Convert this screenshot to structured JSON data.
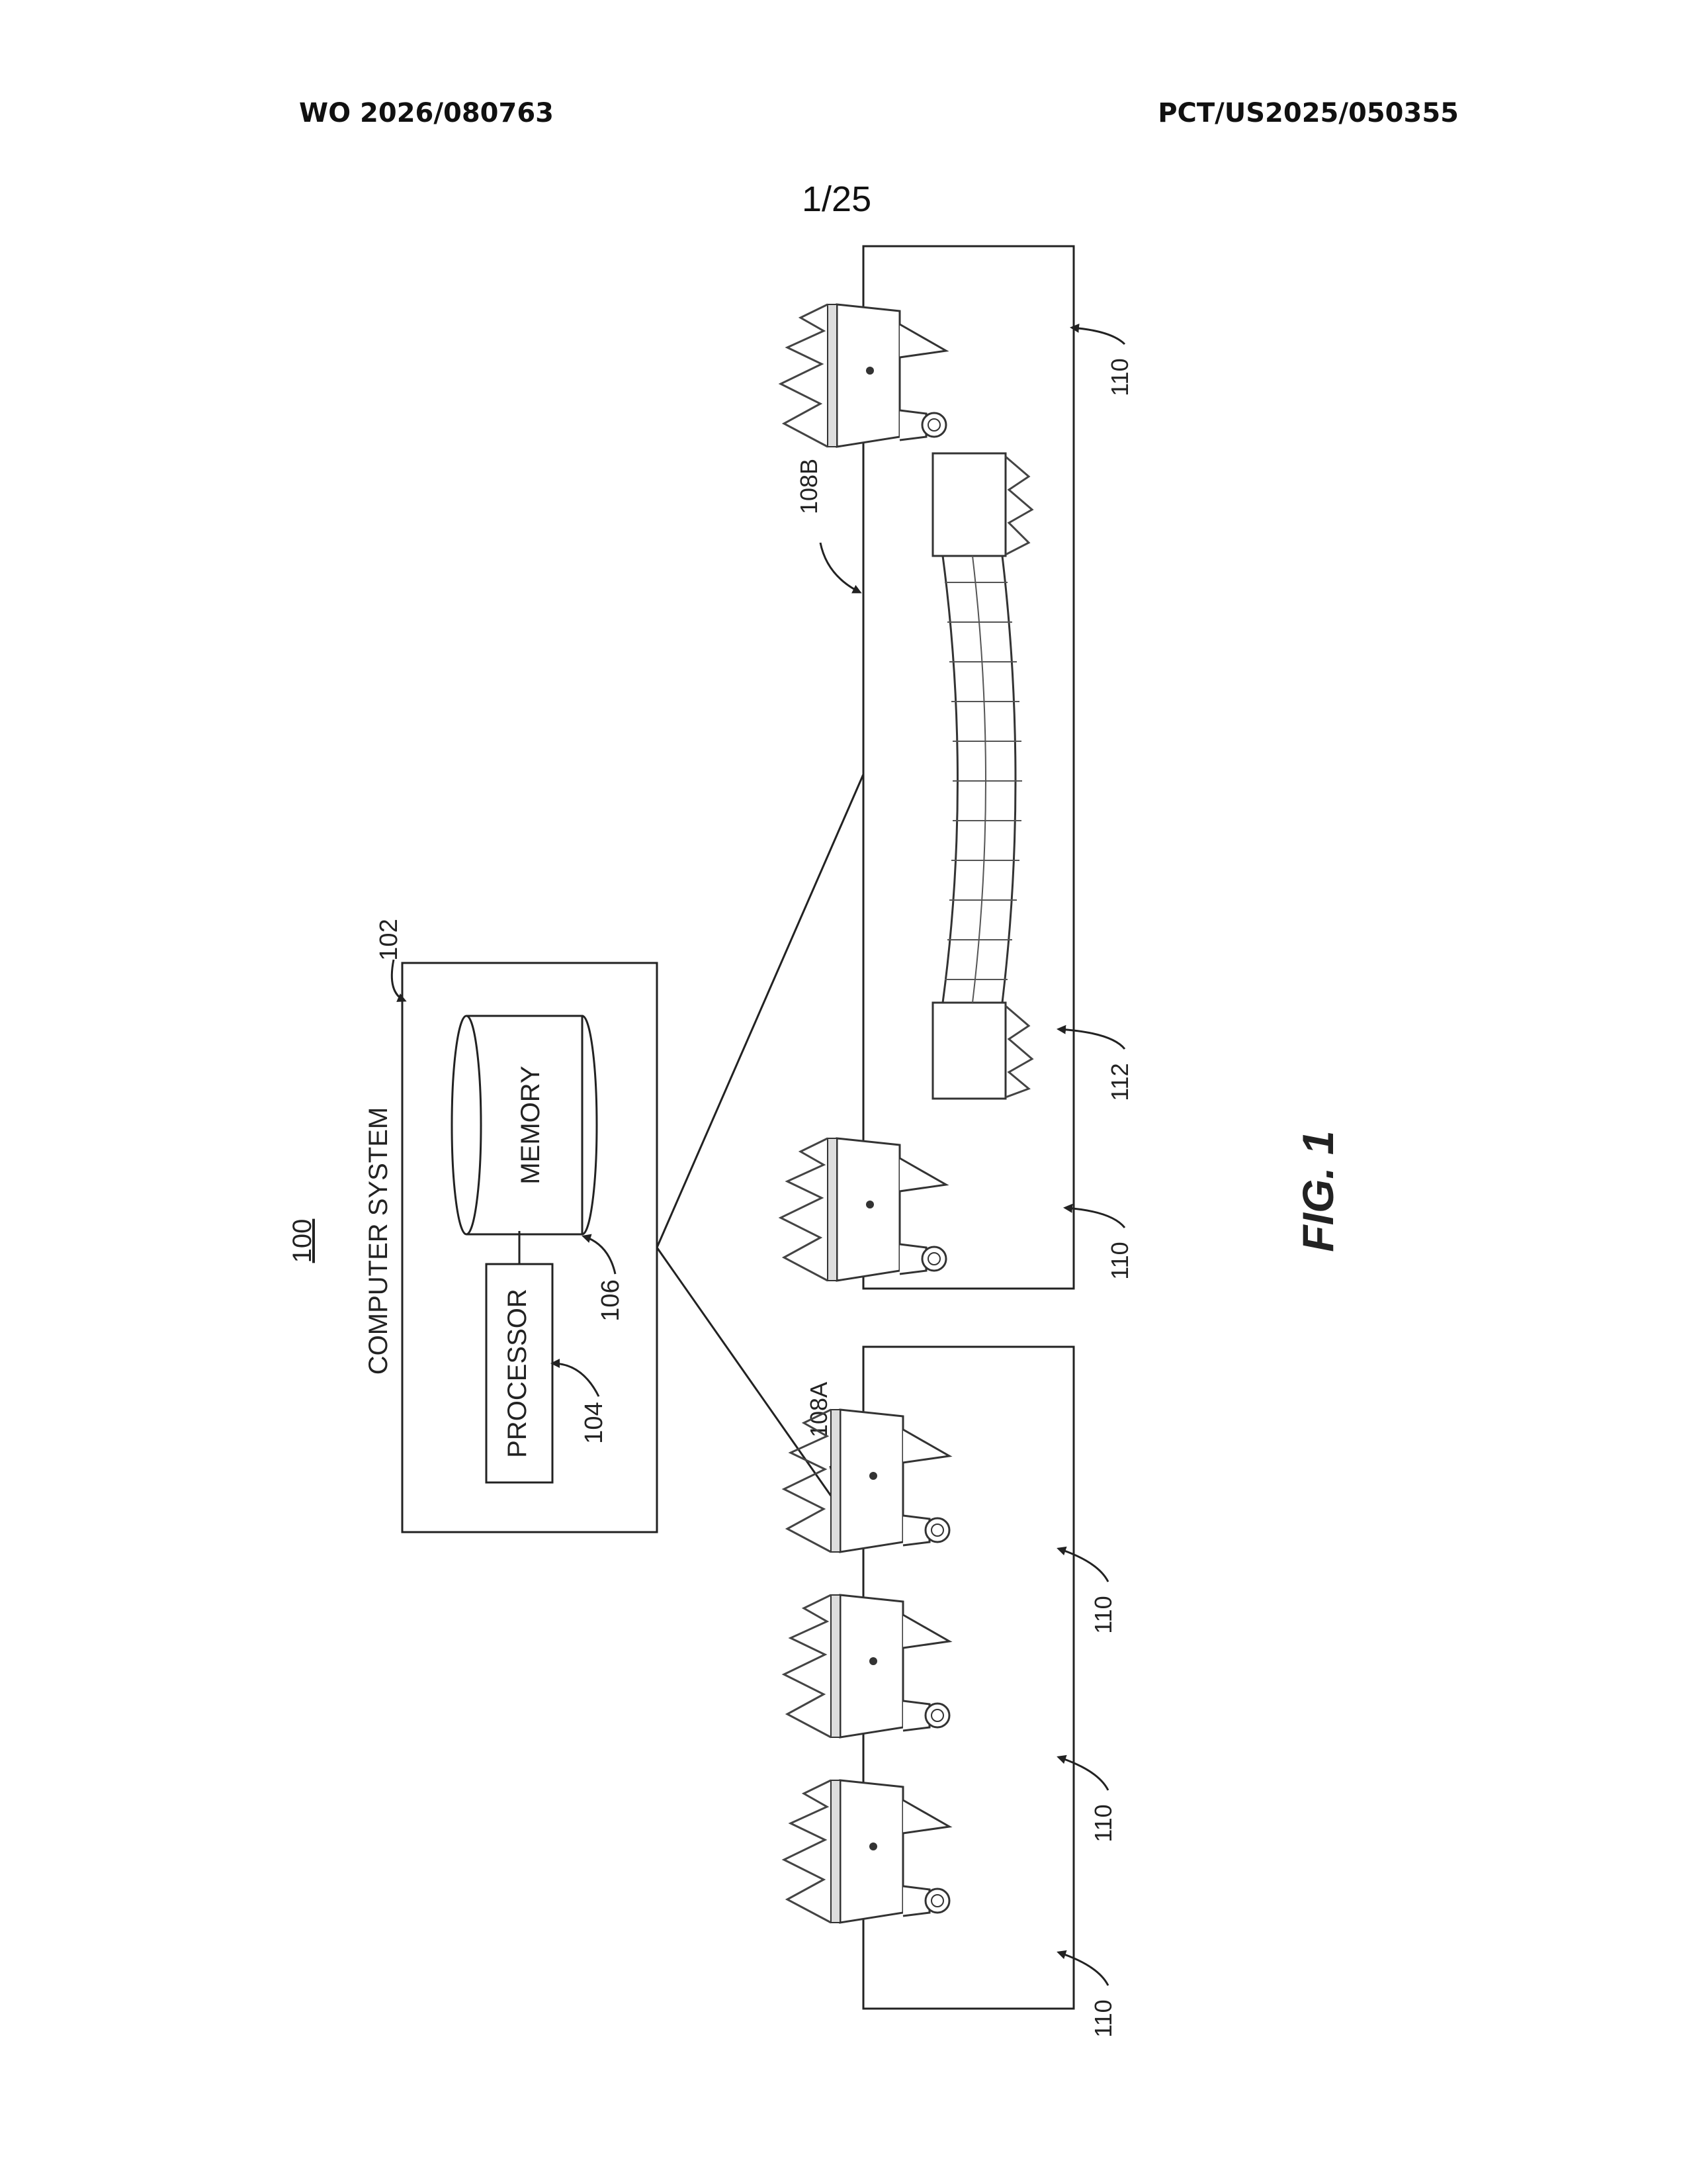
{
  "header": {
    "publication_number": "WO 2026/080763",
    "application_number": "PCT/US2025/050355"
  },
  "sheet_number": "1/25",
  "figure_label": "FIG. 1",
  "system": {
    "ref": "100",
    "computer_system_label": "COMPUTER SYSTEM",
    "computer_system_ref": "102",
    "processor_label": "PROCESSOR",
    "processor_ref": "104",
    "memory_label": "MEMORY",
    "memory_ref": "106"
  },
  "panels": {
    "a_ref": "108A",
    "b_ref": "108B"
  },
  "components": {
    "unit_ref": "110",
    "bridge_ref": "112"
  }
}
